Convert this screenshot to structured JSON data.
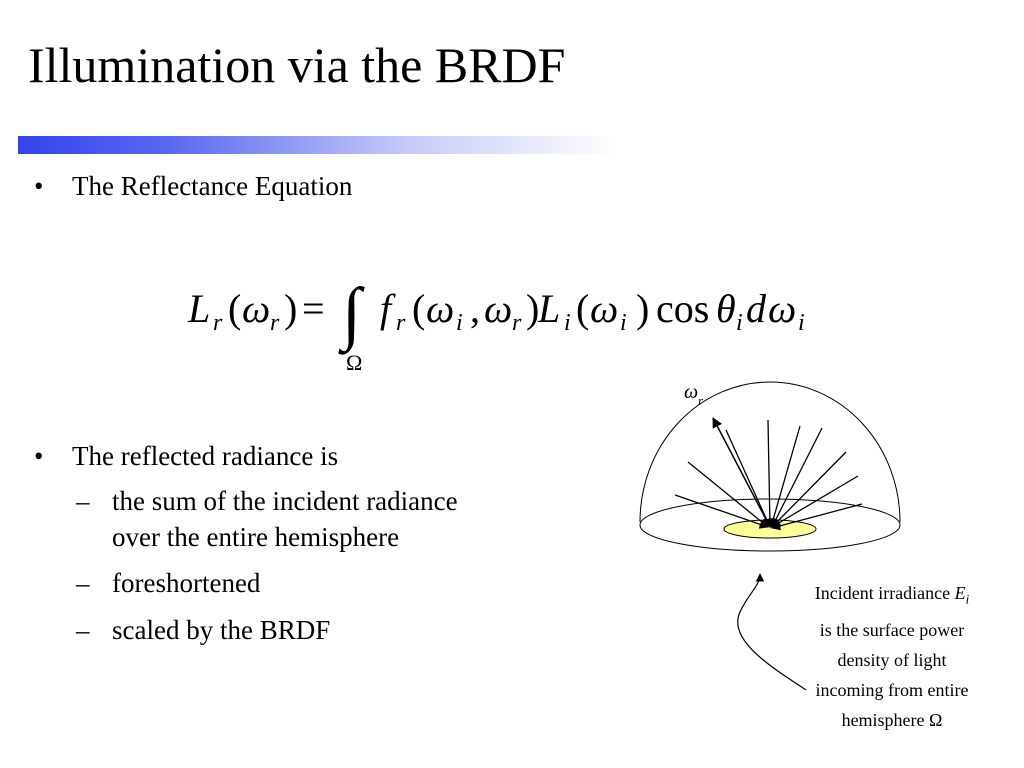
{
  "slide": {
    "title": "Illumination via the BRDF",
    "bullets": [
      {
        "marker": "•",
        "text": "The Reflectance Equation"
      },
      {
        "marker": "•",
        "text": "The reflected radiance is"
      }
    ],
    "subbullets": [
      {
        "marker": "–",
        "lines": [
          "the sum of the incident radiance",
          "over the entire hemisphere"
        ]
      },
      {
        "marker": "–",
        "lines": [
          "foreshortened"
        ]
      },
      {
        "marker": "–",
        "lines": [
          "scaled by the BRDF"
        ]
      }
    ]
  },
  "equation": {
    "L": "L",
    "r": "r",
    "i": "i",
    "omega": "ω",
    "open_paren": "(",
    "close_paren": ")",
    "equals": "=",
    "integral": "∫",
    "domain": "Ω",
    "f": "f",
    "comma": ",",
    "cos": "cos",
    "theta": "θ",
    "d": "d"
  },
  "diagram": {
    "outgoing_label": "ω",
    "outgoing_sub": "r",
    "surface_color": "#ffff99"
  },
  "caption": {
    "line1_prefix": "Incident irradiance ",
    "line1_var": "E",
    "line1_sub": "i",
    "line2": "is the surface power",
    "line3": "density of light",
    "line4": "incoming from entire",
    "line5": "hemisphere Ω"
  },
  "colors": {
    "title_bar_start": "#3344ee",
    "title_bar_end": "#ffffff"
  }
}
